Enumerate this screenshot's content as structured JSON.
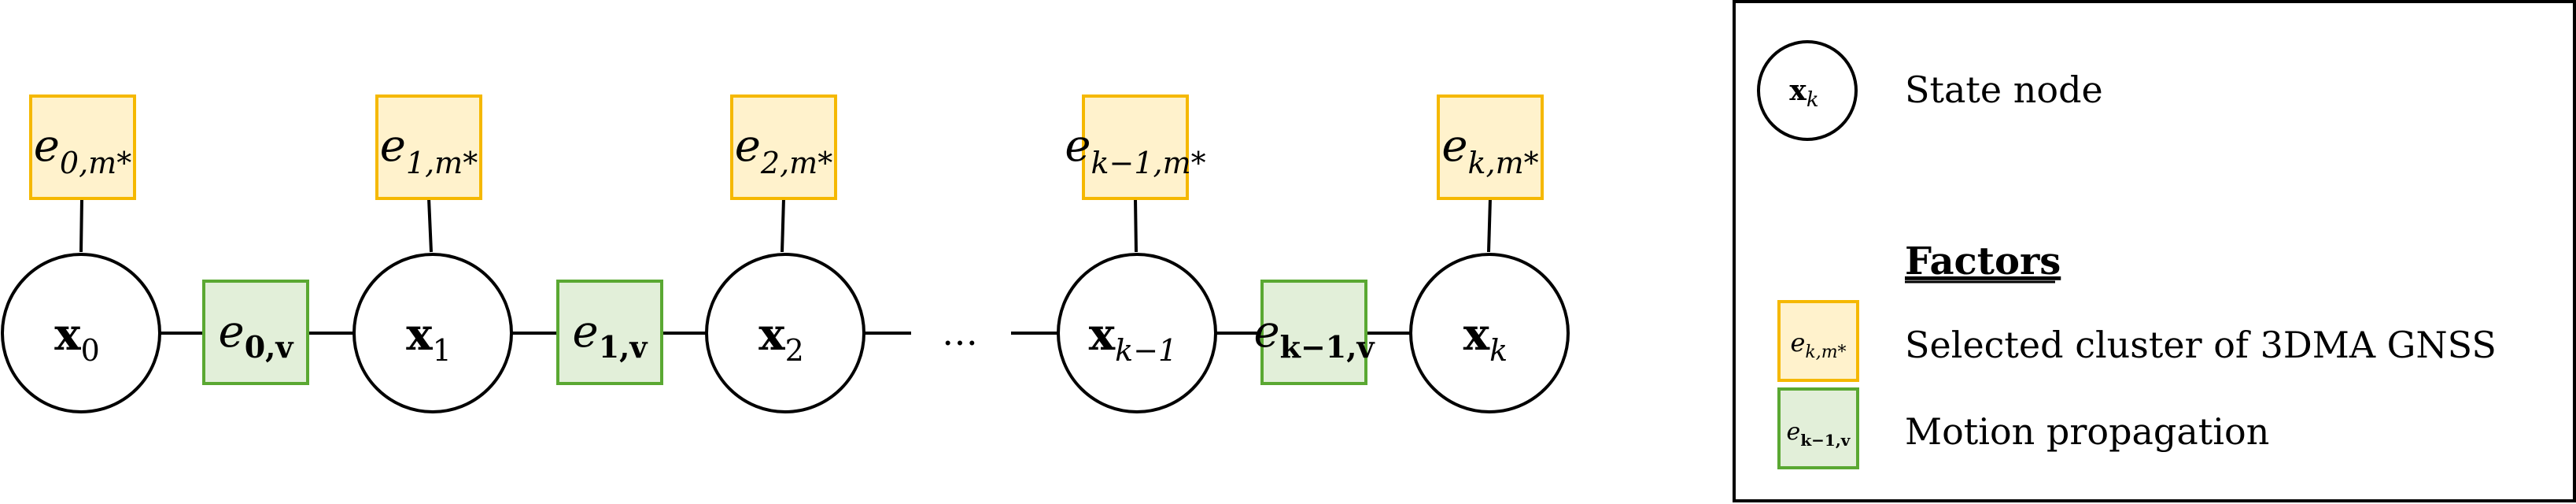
{
  "colors": {
    "state_fill": "#ffffff",
    "stroke": "#000000",
    "gnss_fill": "#fff2cc",
    "gnss_border": "#f5b800",
    "motion_fill": "#e2efd9",
    "motion_border": "#5aa832"
  },
  "chain": {
    "states": [
      {
        "sym": "x",
        "sub": "0"
      },
      {
        "sym": "x",
        "sub": "1"
      },
      {
        "sym": "x",
        "sub": "2"
      },
      {
        "sym": "x",
        "sub": "k−1"
      },
      {
        "sym": "x",
        "sub": "k"
      }
    ],
    "gnss_factors": [
      {
        "sym": "e",
        "sub": "0,m*"
      },
      {
        "sym": "e",
        "sub": "1,m*"
      },
      {
        "sym": "e",
        "sub": "2,m*"
      },
      {
        "sym": "e",
        "sub": "k−1,m*"
      },
      {
        "sym": "e",
        "sub": "k,m*"
      }
    ],
    "motion_factors": [
      {
        "sym": "e",
        "sub": "0,v"
      },
      {
        "sym": "e",
        "sub": "1,v"
      },
      {
        "sym": "e",
        "sub": "k−1,v"
      }
    ],
    "ellipsis": "…"
  },
  "legend": {
    "state_node_symbol": {
      "sym": "x",
      "sub": "k"
    },
    "state_node_label": "State node",
    "factors_heading": "Factors",
    "gnss_symbol": {
      "sym": "e",
      "sub": "k,m*"
    },
    "gnss_label": "Selected cluster of 3DMA GNSS",
    "motion_symbol": {
      "sym": "e",
      "sub": "k−1,v"
    },
    "motion_label": "Motion propagation"
  }
}
